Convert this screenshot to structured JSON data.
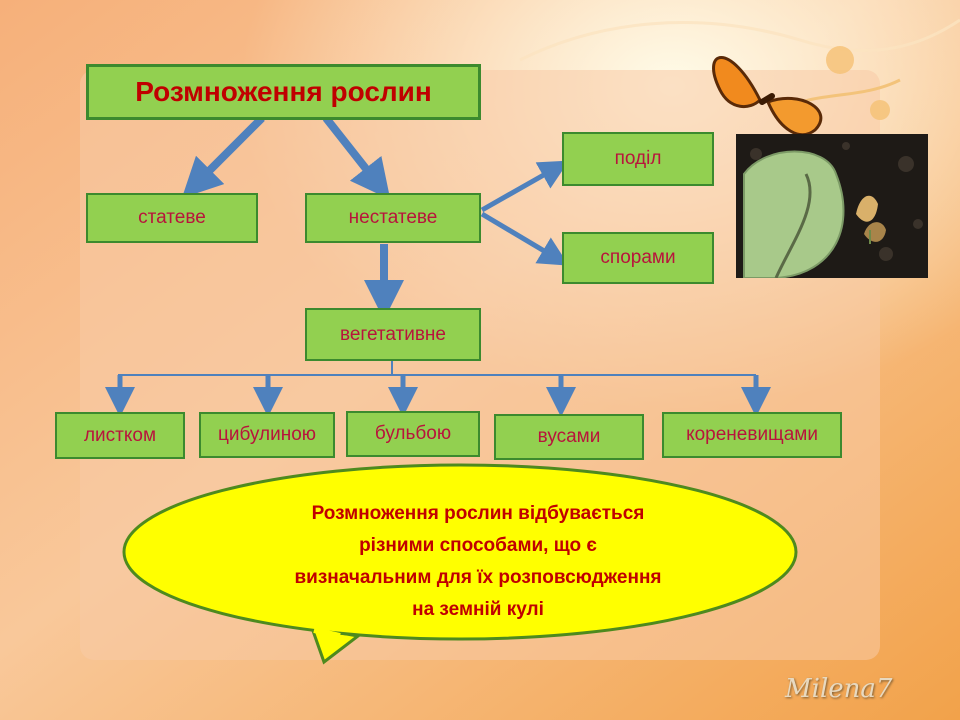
{
  "diagram": {
    "title": "Розмноження рослин",
    "sexual": "статеве",
    "asexual": "нестатеве",
    "division": "поділ",
    "spores": "спорами",
    "vegetative": "вегетативне",
    "methods": [
      "листком",
      "цибулиною",
      "бульбою",
      "вусами",
      "кореневищами"
    ]
  },
  "callout": {
    "lines": [
      "Розмноження рослин відбувається",
      "різними способами, що є",
      "визначальним для їх розповсюдження",
      "на земній кулі"
    ]
  },
  "photo": {
    "icon": "plant-leaf-photo"
  },
  "logo": {
    "text": "Milena7"
  },
  "colors": {
    "box_fill": "#92d050",
    "box_border": "#3c8a2e",
    "box_text": "#b8143c",
    "arrow": "#4f81bd",
    "callout_fill": "#ffff00",
    "callout_border": "#4e8a1e"
  }
}
